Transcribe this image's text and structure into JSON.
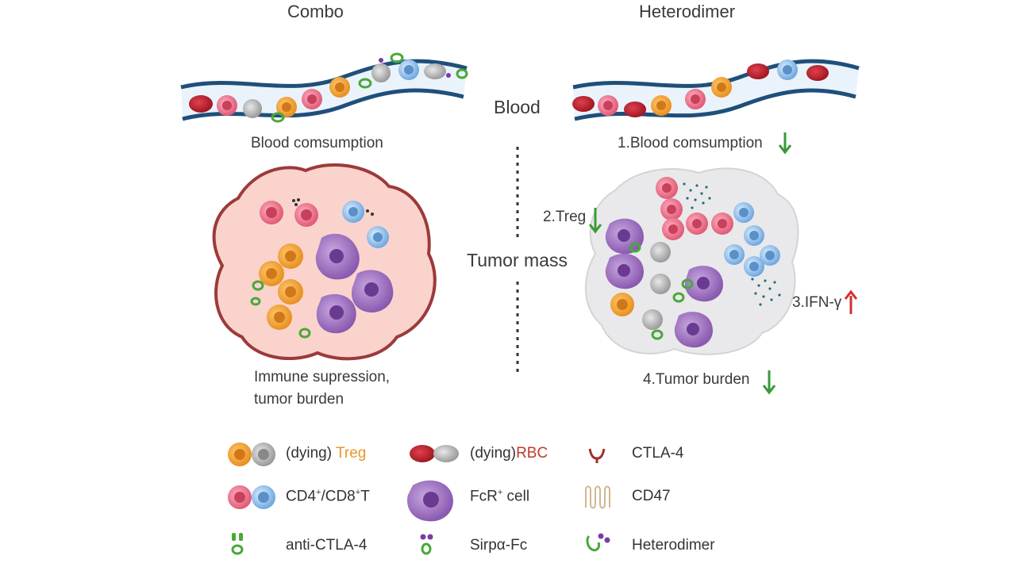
{
  "panels": {
    "left_title": "Combo",
    "right_title": "Heterodimer"
  },
  "center_labels": {
    "blood": "Blood",
    "tumor_mass": "Tumor mass"
  },
  "left_captions": {
    "blood_consumption": "Blood comsumption",
    "line1": "Immune supression,",
    "line2": "tumor burden"
  },
  "right_captions": {
    "step1": "1.Blood comsumption",
    "step2": "2.Treg",
    "step3": "3.IFN-γ",
    "step4": "4.Tumor burden"
  },
  "arrows": {
    "step1": "down",
    "step2": "down",
    "step3": "up",
    "step4": "down"
  },
  "legend": {
    "treg_prefix": "(dying) ",
    "treg": "Treg",
    "rbc_prefix": "(dying)",
    "rbc": "RBC",
    "ctla4": "CTLA-4",
    "cd4_a": "CD4",
    "cd4_sup": "+",
    "cd8_a": "/CD8",
    "cd8_sup": "+",
    "cd8_b": "T",
    "fcr_a": "FcR",
    "fcr_sup": "+",
    "fcr_b": " cell",
    "cd47": "CD47",
    "anti_ctla4": "anti-CTLA-4",
    "sirpa": "Sirpα-Fc",
    "heterodimer": "Heterodimer"
  },
  "colors": {
    "vessel_wall": "#1f4f7a",
    "vessel_lumen": "#e8f2fa",
    "rbc": "#c0202a",
    "treg": "#f0a030",
    "cd4": "#e8607a",
    "cd8": "#7fb6e8",
    "fcr": "#9b6fb8",
    "dying": "#a8a8a8",
    "tumor_fill": "#fbd3cd",
    "tumor_border": "#9c3a3a",
    "tumor_right_fill": "#e9e9eb",
    "arrow_down": "#3a9a3a",
    "arrow_up": "#d03030",
    "antibody": "#4aa83a",
    "sirpa": "#7a3aa8"
  }
}
